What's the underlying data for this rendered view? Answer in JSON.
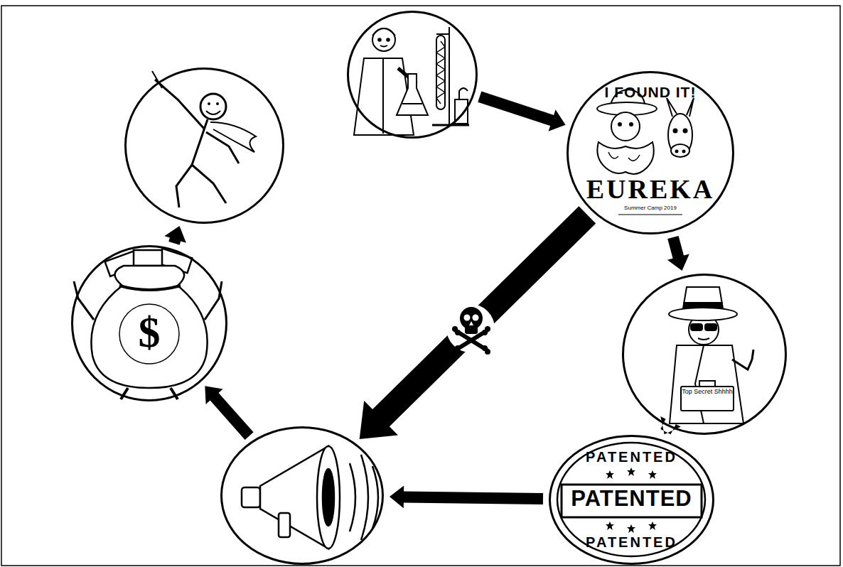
{
  "diagram": {
    "nodes": [
      {
        "text": []
      },
      {
        "text": [
          "I FOUND IT!",
          "EUREKA",
          "Summer Camp 2019"
        ]
      },
      {
        "text": [
          "Top Secret Shhhh"
        ]
      },
      {
        "text": [
          "PATENTED",
          "PATENTED",
          "PATENTED"
        ]
      },
      {
        "text": []
      },
      {
        "text": [
          "$"
        ]
      },
      {
        "text": []
      }
    ],
    "edges": [
      {
        "from": 0,
        "to": 1,
        "arrow": "to"
      },
      {
        "from": 1,
        "to": 2,
        "arrow": "to"
      },
      {
        "from": 2,
        "to": 3,
        "arrow": "to"
      },
      {
        "from": 3,
        "to": 4,
        "arrow": "to"
      },
      {
        "from": 4,
        "to": 5,
        "arrow": "to"
      },
      {
        "from": 5,
        "to": 6,
        "arrow": "to"
      },
      {
        "from": 1,
        "to": 4,
        "arrow": "to"
      }
    ]
  }
}
